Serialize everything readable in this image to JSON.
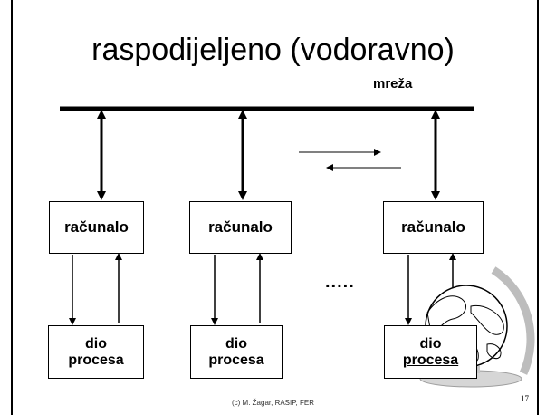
{
  "slide": {
    "title": "raspodijeljeno (vodoravno)",
    "network_label": "mreža",
    "computers": [
      "računalo",
      "računalo",
      "računalo"
    ],
    "processes": [
      {
        "line1": "dio",
        "line2": "procesa"
      },
      {
        "line1": "dio",
        "line2": "procesa"
      },
      {
        "line1": "dio",
        "line2": "procesa"
      }
    ],
    "ellipsis": ".....",
    "footer": "(c) M. Žagar, RASIP, FER",
    "page_number": "17"
  },
  "decorations": {
    "globe_icon": "globe-icon"
  }
}
